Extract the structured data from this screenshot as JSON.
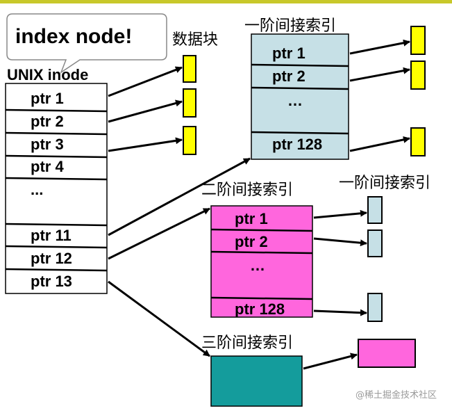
{
  "colors": {
    "top_band": "#c8c82a",
    "inode_box": "#ffffff",
    "title_red": "#e0001a",
    "single_indirect": "#c6e0e6",
    "double_indirect": "#ff66dd",
    "triple_indirect": "#149c9c",
    "data_block": "#ffff00",
    "small_index": "#c6e0e6",
    "big_index": "#ff66dd"
  },
  "callout": {
    "text": "index node!"
  },
  "inode": {
    "title": "UNIX inode",
    "rows": [
      "ptr 1",
      "ptr 2",
      "ptr 3",
      "ptr 4",
      "...",
      "ptr 11",
      "ptr 12",
      "ptr 13"
    ]
  },
  "data_blocks_label": "数据块",
  "single_indirect": {
    "label": "一阶间接索引",
    "rows": [
      "ptr 1",
      "ptr 2",
      "…",
      "ptr 128"
    ]
  },
  "double_indirect": {
    "label": "二阶间接索引",
    "rows": [
      "ptr 1",
      "ptr 2",
      "…",
      "ptr 128"
    ],
    "child_label": "一阶间接索引"
  },
  "triple_indirect": {
    "label": "三阶间接索引"
  },
  "watermark": "@稀土掘金技术社区"
}
